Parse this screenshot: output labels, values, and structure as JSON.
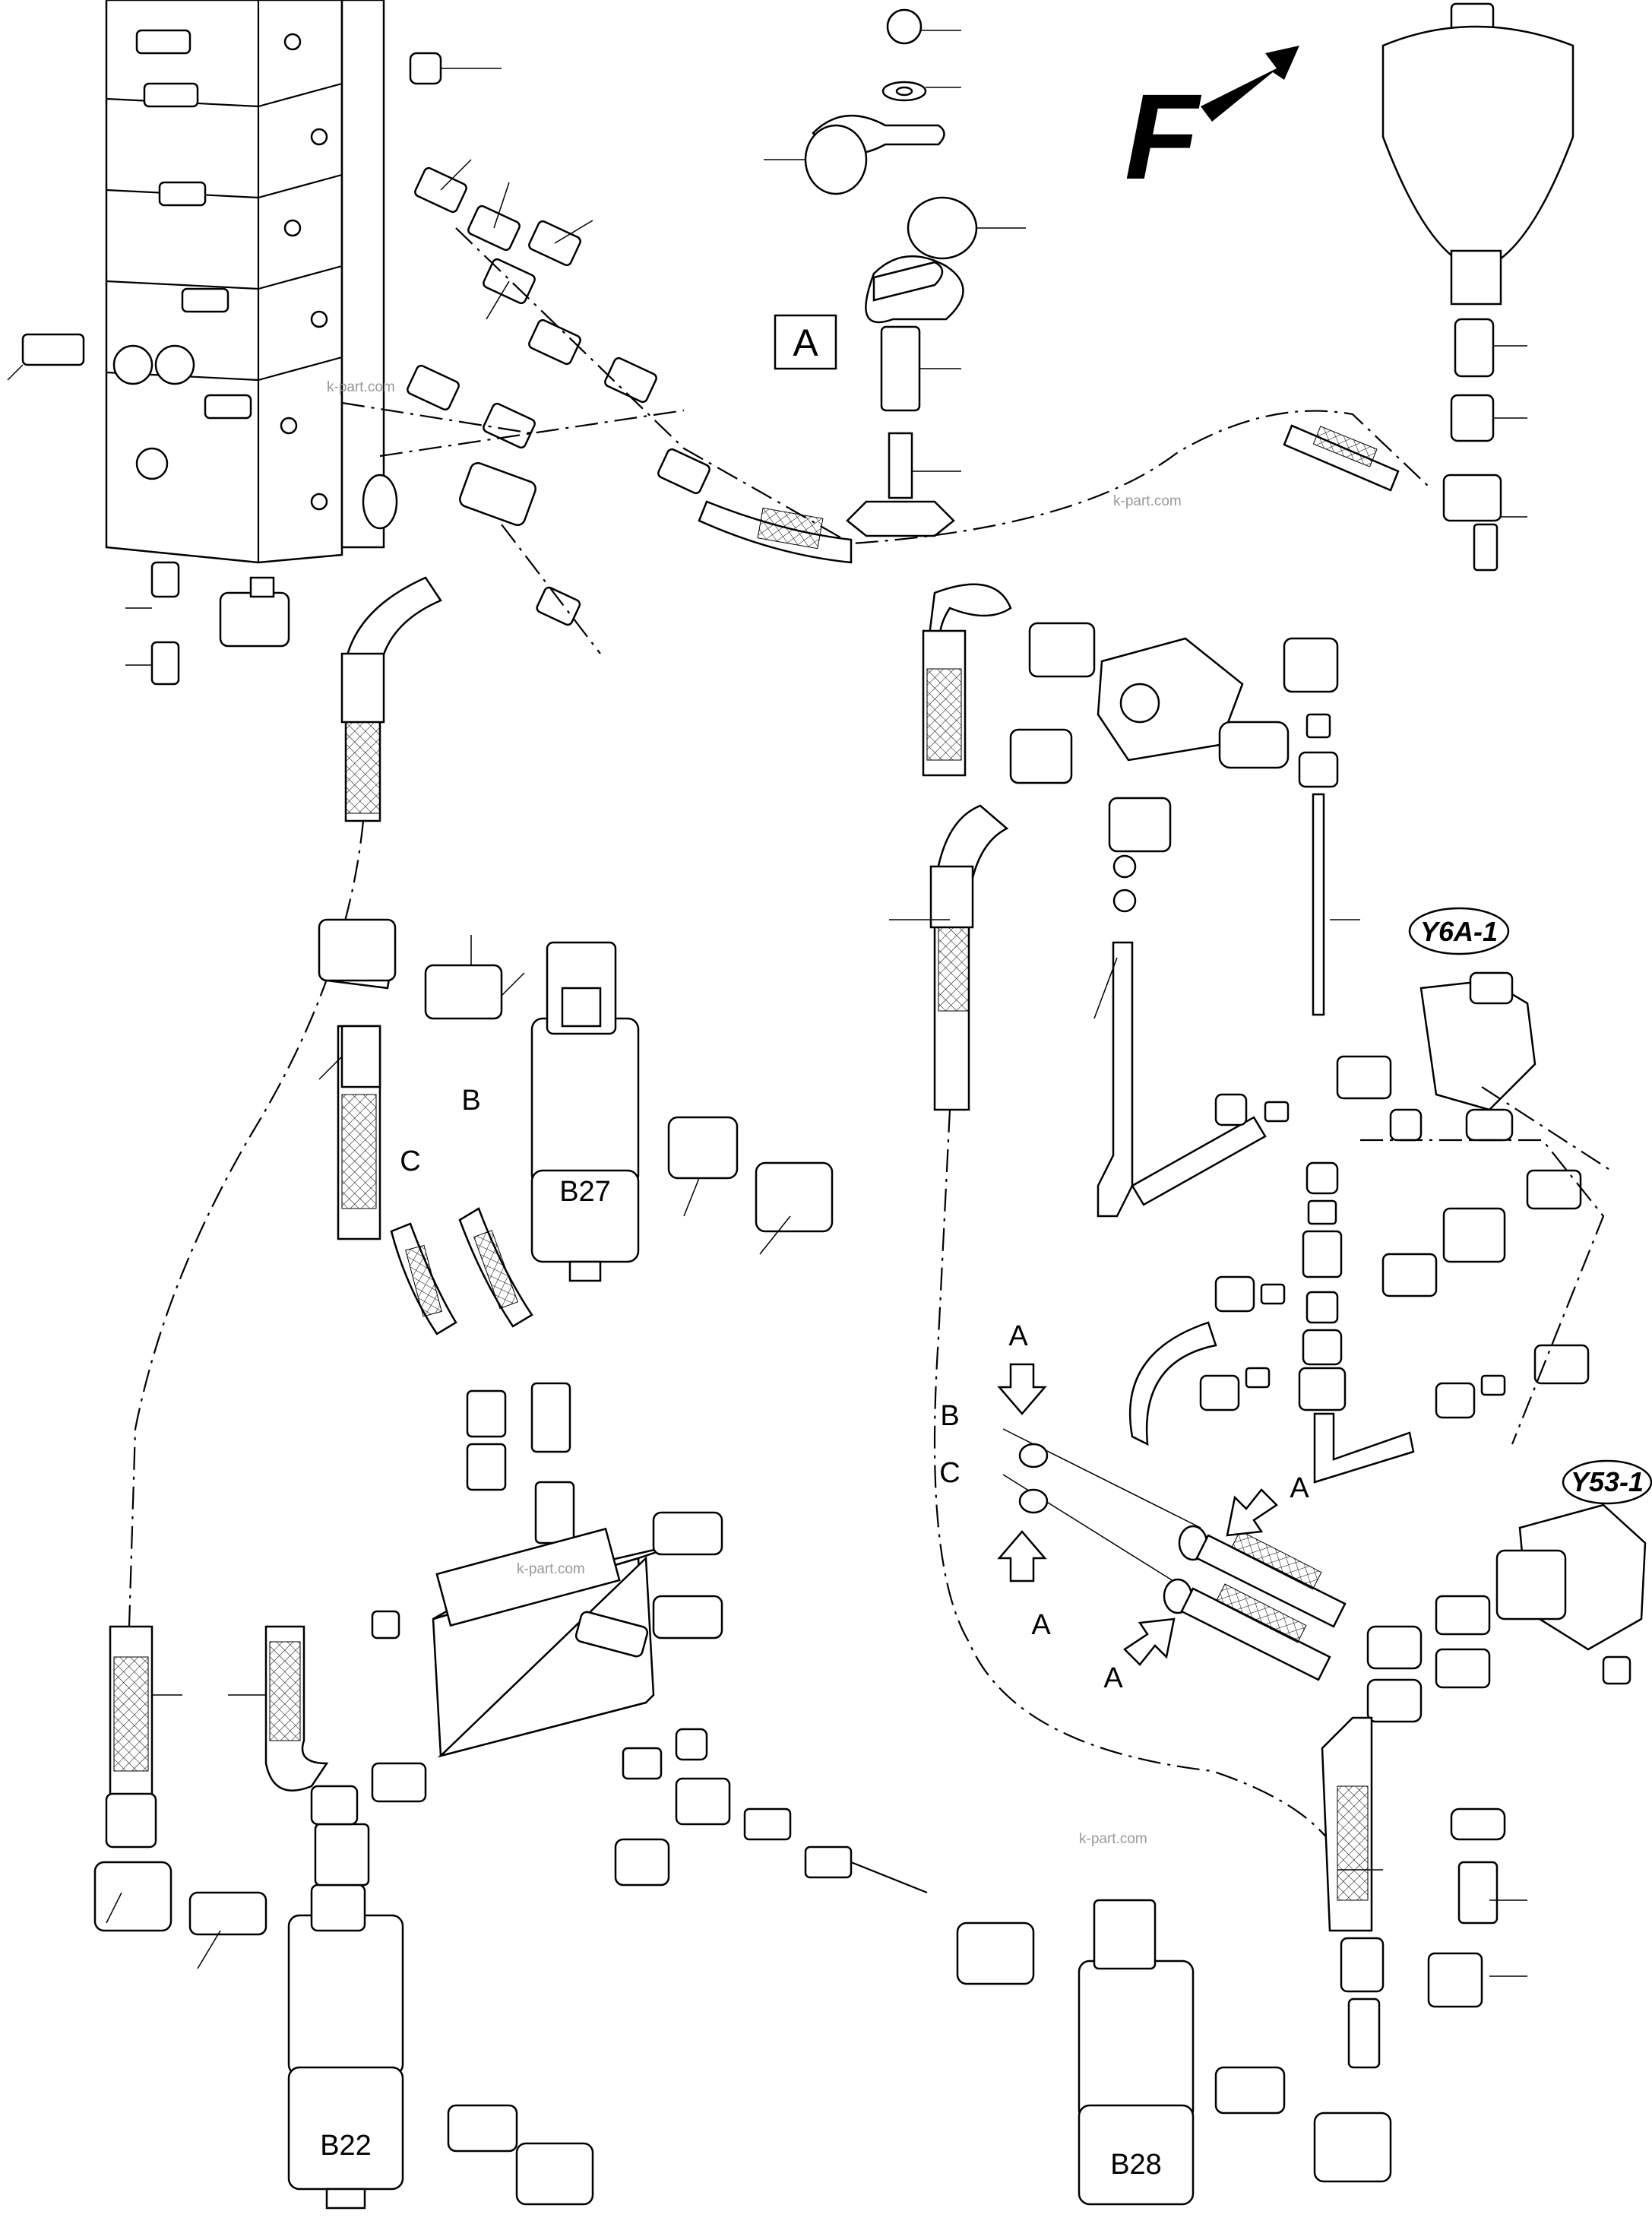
{
  "labels": {
    "detail_a": "A",
    "front_arrow": "F",
    "port_a": "A",
    "port_b": "B",
    "port_c": "C",
    "filter_b22": "B22",
    "filter_b27": "B27",
    "filter_b28": "B28",
    "valve_y6a1": "Y6A-1",
    "valve_y53_1": "Y53-1"
  },
  "watermark": "k-part.com"
}
